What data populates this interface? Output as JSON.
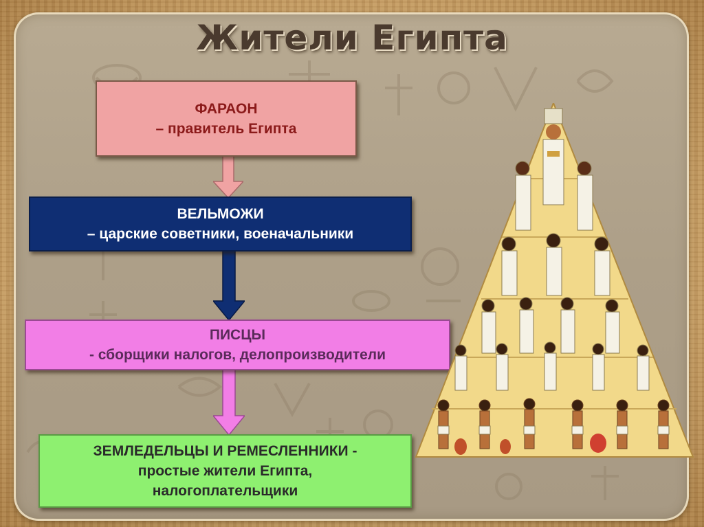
{
  "title": "Жители Египта",
  "hierarchy": [
    {
      "lines": [
        "ФАРАОН",
        "– правитель Египта"
      ]
    },
    {
      "lines": [
        "ВЕЛЬМОЖИ",
        "– царские советники, военачальники"
      ]
    },
    {
      "lines": [
        "ПИСЦЫ",
        "- сборщики налогов, делопроизводители"
      ]
    },
    {
      "lines": [
        "ЗЕМЛЕДЕЛЬЦЫ И РЕМЕСЛЕННИКИ -",
        "простые жители Египта,",
        "налогоплательщики"
      ]
    }
  ],
  "colors": {
    "pharaoh_box": "#f0a3a3",
    "pharaoh_text": "#8b1a1a",
    "nobles_box": "#0f2e73",
    "nobles_text": "#ffffff",
    "scribes_box": "#f27ee6",
    "scribes_text": "#5a2a5a",
    "farmers_box": "#8ef070",
    "farmers_text": "#2a2a2a",
    "pyramid": "#f2d98a"
  }
}
